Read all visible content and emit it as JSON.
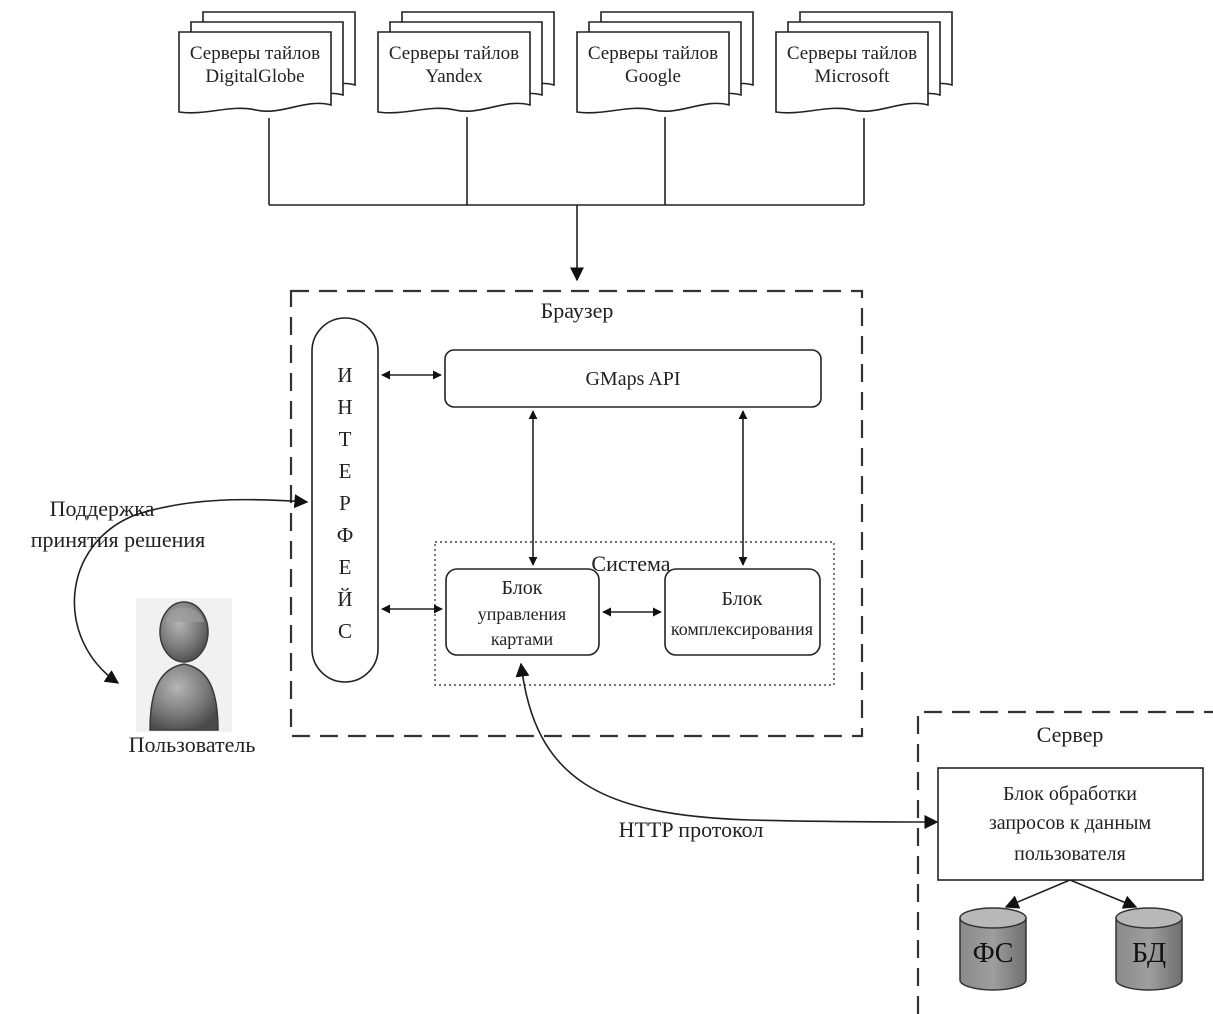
{
  "tile_servers": [
    {
      "line1": "Серверы тайлов",
      "line2": "DigitalGlobe"
    },
    {
      "line1": "Серверы тайлов",
      "line2": "Yandex"
    },
    {
      "line1": "Серверы тайлов",
      "line2": "Google"
    },
    {
      "line1": "Серверы тайлов",
      "line2": "Microsoft"
    }
  ],
  "browser": {
    "label": "Браузер",
    "interface_letters": [
      "И",
      "Н",
      "Т",
      "Е",
      "Р",
      "Ф",
      "Е",
      "Й",
      "С"
    ],
    "gmaps_label": "GMaps API",
    "system_label": "Система",
    "map_block": [
      "Блок",
      "управления",
      "картами"
    ],
    "fusion_block": [
      "Блок",
      "комплексирования"
    ]
  },
  "user": {
    "label": "Пользователь",
    "support_line1": "Поддержка",
    "support_line2": "принятия решения"
  },
  "http_label": "HTTP протокол",
  "server": {
    "label": "Сервер",
    "processing_block": [
      "Блок обработки",
      "запросов к данным",
      "пользователя"
    ],
    "storage": [
      "ФС",
      "БД"
    ]
  }
}
